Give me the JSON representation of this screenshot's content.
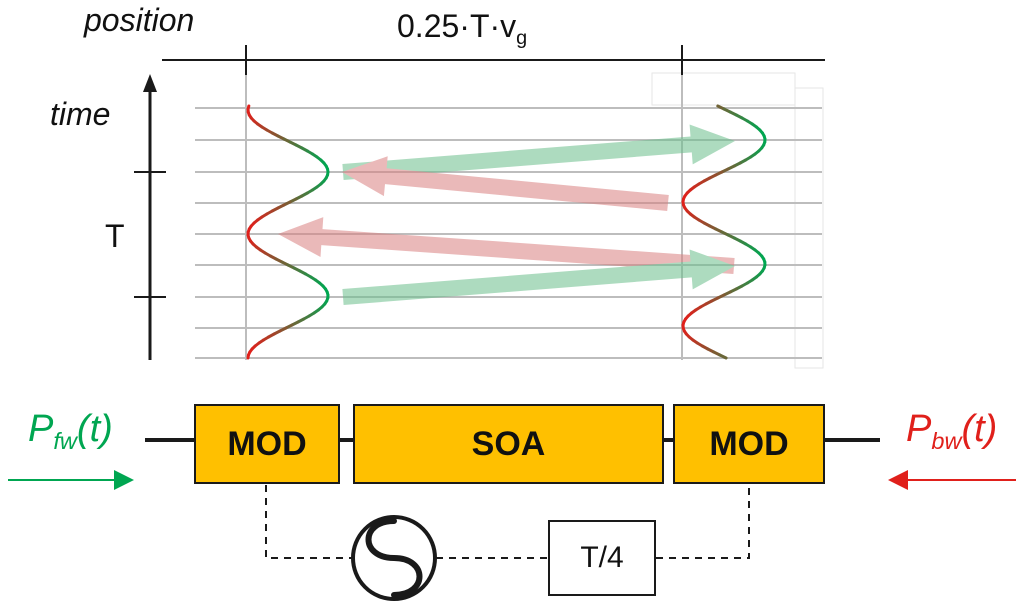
{
  "axis": {
    "position_label": "position",
    "time_label": "time",
    "period_label": "T",
    "distance_main": "0.25·T·v",
    "distance_sub": "g"
  },
  "blocks": {
    "mod_left": "MOD",
    "soa": "SOA",
    "mod_right": "MOD",
    "delay": "T/4"
  },
  "signals": {
    "forward": {
      "symbol": "P",
      "subscript": "fw",
      "arg": "(t)",
      "color": "#00A651"
    },
    "backward": {
      "symbol": "P",
      "subscript": "bw",
      "arg": "(t)",
      "color": "#E0201B"
    }
  },
  "colors": {
    "arrow_green": "#6BBF8C",
    "arrow_red": "#D98080",
    "block_fill": "#FFC000",
    "grid": "#BDBDBD"
  },
  "icons": {
    "oscillator": "sine-source-icon"
  }
}
